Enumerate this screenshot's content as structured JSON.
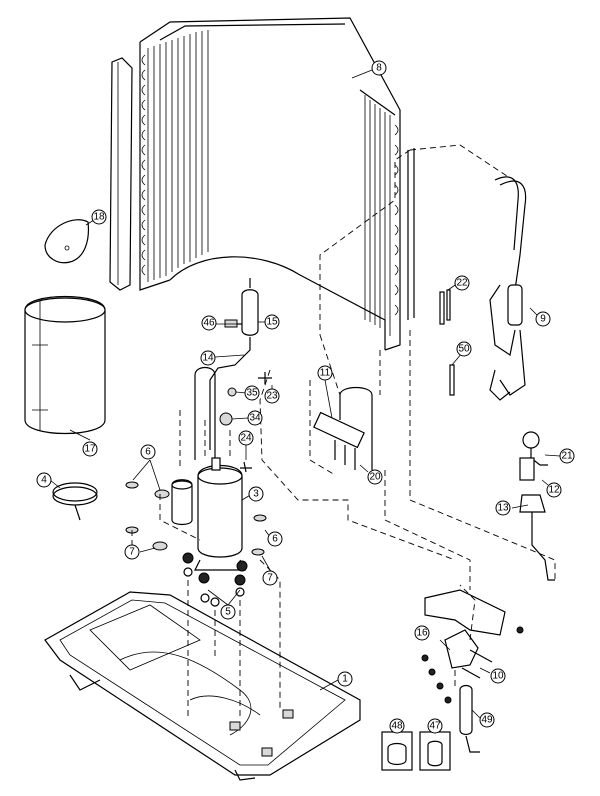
{
  "diagram": {
    "callouts": {
      "p1": "1",
      "p3": "3",
      "p4": "4",
      "p5": "5",
      "p6a": "6",
      "p6b": "6",
      "p7a": "7",
      "p7b": "7",
      "p8": "8",
      "p9": "9",
      "p10": "10",
      "p11": "11",
      "p12": "12",
      "p13": "13",
      "p14": "14",
      "p15": "15",
      "p16": "16",
      "p17": "17",
      "p18": "18",
      "p20": "20",
      "p21": "21",
      "p22": "22",
      "p23": "23",
      "p24": "24",
      "p34": "34",
      "p35": "35",
      "p46": "46",
      "p47": "47",
      "p48": "48",
      "p49": "49",
      "p50": "50"
    }
  }
}
